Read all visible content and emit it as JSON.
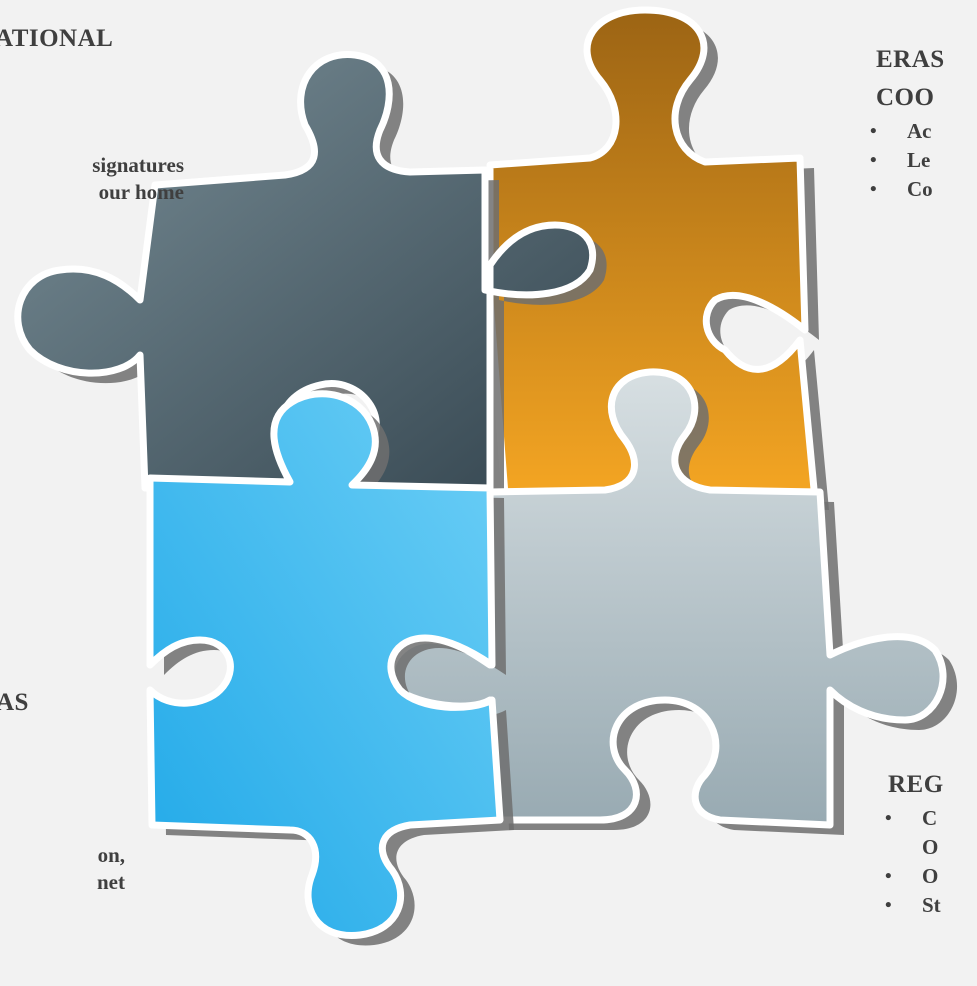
{
  "top_left": {
    "title": "ATIONAL",
    "lines": [
      "signatures",
      "our home"
    ]
  },
  "top_right": {
    "title_lines": [
      "ERAS",
      "COO"
    ],
    "bullets": [
      "Ac",
      "Le",
      "Co"
    ]
  },
  "bottom_left": {
    "title": "AS",
    "lines": [
      "on,",
      "net"
    ]
  },
  "bottom_right": {
    "title": "REG",
    "bullets": [
      {
        "line1": "C",
        "line2": "O"
      },
      {
        "line1": "O"
      },
      {
        "line1": "St"
      }
    ]
  },
  "puzzle": {
    "pieces": [
      {
        "name": "dark-slate",
        "color_top": "#7a8f98",
        "color_bottom": "#34454f"
      },
      {
        "name": "orange",
        "color_top": "#9c6414",
        "color_bottom": "#f5a623"
      },
      {
        "name": "light-gray",
        "color_top": "#d7dfe2",
        "color_bottom": "#98aab2"
      },
      {
        "name": "sky-blue",
        "color_top": "#6dcff6",
        "color_bottom": "#1fa8e8"
      }
    ]
  }
}
